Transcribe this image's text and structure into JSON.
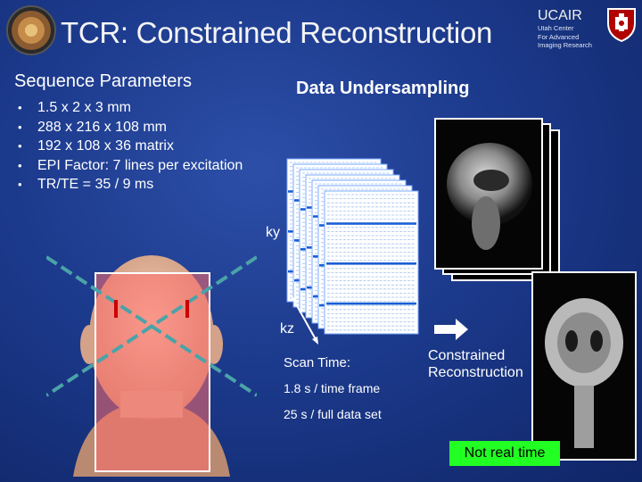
{
  "header": {
    "title": "TCR: Constrained Reconstruction",
    "org_name": "UCAIR",
    "org_subtitle_lines": [
      "Utah Center",
      "For Advanced",
      "Imaging Research"
    ]
  },
  "sequence": {
    "heading": "Sequence Parameters",
    "params": [
      "1.5 x 2 x 3 mm",
      "288 x 216 x 108 mm",
      "192 x 108 x 36 matrix",
      "EPI Factor: 7 lines per excitation",
      "TR/TE = 35 / 9 ms"
    ]
  },
  "undersampling": {
    "heading": "Data Undersampling",
    "ky_label": "ky",
    "kz_label": "kz"
  },
  "scan": {
    "label": "Scan Time:",
    "per_frame": "1.8 s / time frame",
    "per_set": "25 s / full data set"
  },
  "reconstruction": {
    "line1": "Constrained",
    "line2": "Reconstruction"
  },
  "badge": {
    "text": "Not real time",
    "color": "#22ff22"
  },
  "colors": {
    "background": "#1c3a8c",
    "kspace_line": "#1a5fd6",
    "kspace_bg": "#ffffff"
  },
  "icons": {
    "left_logo": "circular-emblem-icon",
    "right_logo": "university-shield-icon",
    "arrow": "right-arrow-icon"
  }
}
